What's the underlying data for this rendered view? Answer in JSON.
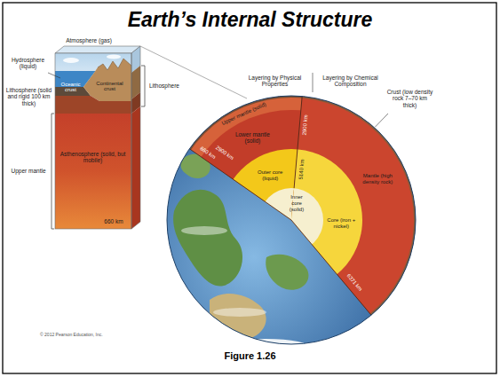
{
  "diagram": {
    "title": "Earth’s Internal Structure",
    "caption": "Figure 1.26",
    "nodes": [
      {
        "text": [
          "Oceanic crust"
        ]
      },
      {
        "text": [
          "Continental crust"
        ]
      },
      {
        "text": [
          "Asthenosphere (solid, but mobile)"
        ]
      },
      {
        "text": [
          "Upper mantle (solid)"
        ]
      },
      {
        "text": [
          "Lower mantle (solid)"
        ]
      },
      {
        "text": [
          "Outer core (liquid)"
        ]
      },
      {
        "text": [
          "Inner core (solid)"
        ]
      },
      {
        "text": [
          "Mantle (high density rock)"
        ]
      },
      {
        "text": [
          "Core (iron + nickel)"
        ]
      }
    ],
    "labels": [
      "Hydrosphere (liquid)",
      "Atmosphere (gas)",
      "Lithosphere (solid and rigid 100 km thick)",
      "Lithosphere",
      "Upper mantle",
      "660 km",
      "Layering by Physical Properties",
      "Layering by Chemical Composition",
      "Crust (low density rock 7–70 km thick)",
      "660 km",
      "2900 km",
      "2900 km",
      "5140 km",
      "6371 km",
      "© 2012 Pearson Education, Inc."
    ]
  }
}
